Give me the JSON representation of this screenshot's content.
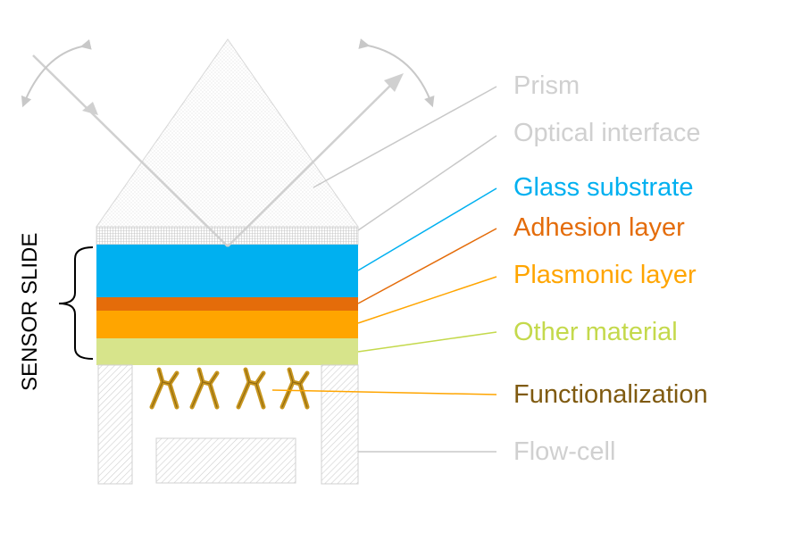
{
  "labels": {
    "prism": "Prism",
    "optical_interface": "Optical interface",
    "glass_substrate": "Glass substrate",
    "adhesion_layer": "Adhesion layer",
    "plasmonic_layer": "Plasmonic layer",
    "other_material": "Other material",
    "functionalization": "Functionalization",
    "flow_cell": "Flow-cell",
    "sensor_slide": "SENSOR SLIDE"
  },
  "colors": {
    "grey_label": "#d0d0d0",
    "glass": "#00b0f0",
    "adhesion": "#e46c0a",
    "plasmonic": "#ffa500",
    "other": "#d7e48b",
    "other_label": "#c4d94c",
    "functionalization": "#7f5a10",
    "antibody": "#c8961e",
    "leader_grey": "#c8c8c8"
  }
}
